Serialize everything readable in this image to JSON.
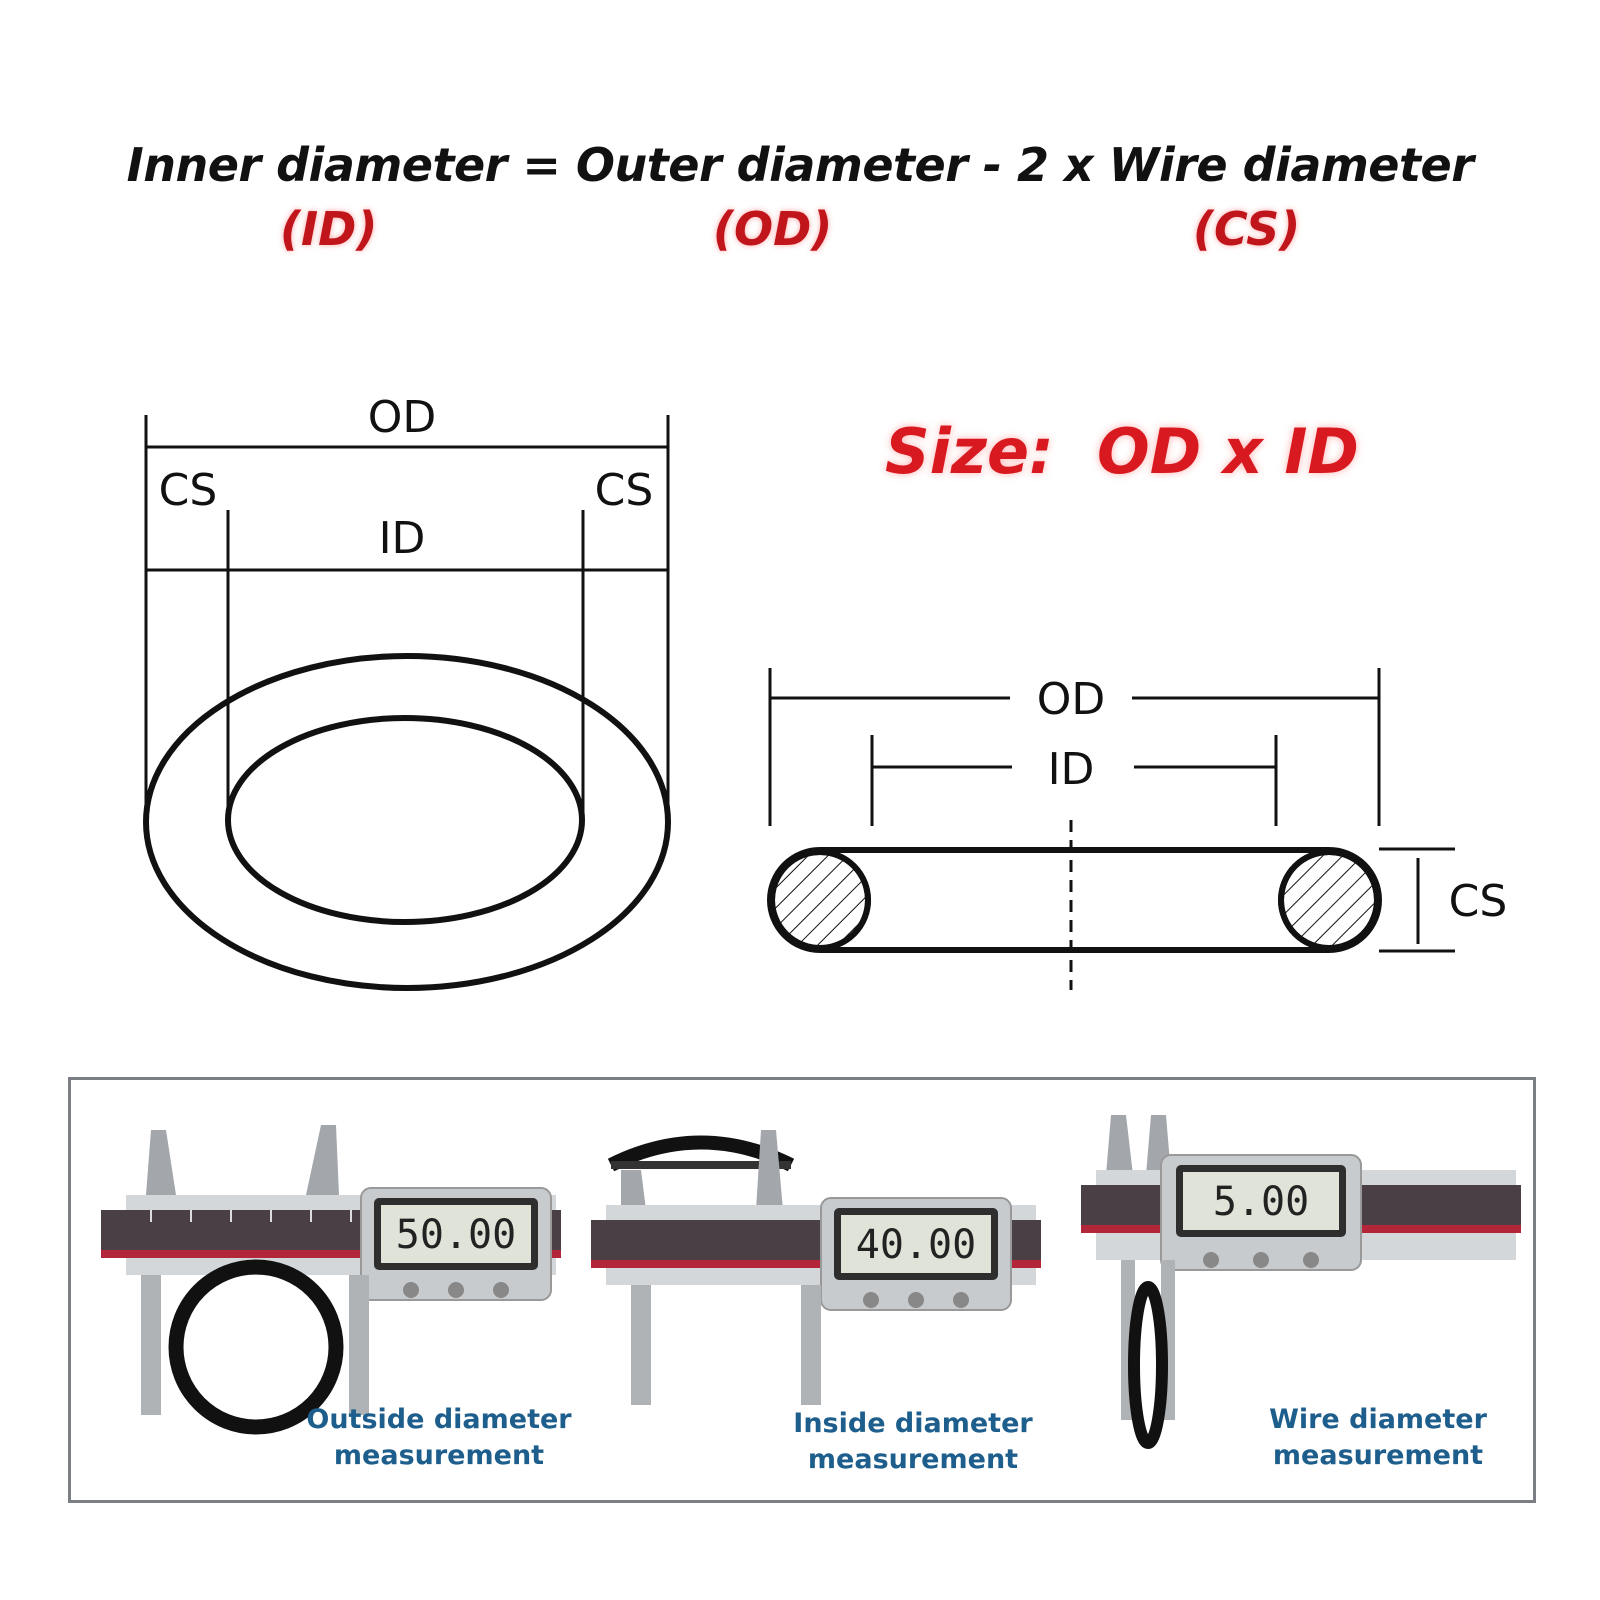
{
  "formula": {
    "text": "Inner diameter = Outer diameter - 2 x Wire diameter",
    "abbr_id": "(ID)",
    "abbr_od": "(OD)",
    "abbr_cs": "(CS)"
  },
  "size_label": "Size:  OD x ID",
  "front_view": {
    "od": "OD",
    "id": "ID",
    "cs_left": "CS",
    "cs_right": "CS"
  },
  "side_view": {
    "od": "OD",
    "id": "ID",
    "cs": "CS"
  },
  "photos": [
    {
      "reading": "50.00",
      "caption_line1": "Outside diameter",
      "caption_line2": "measurement"
    },
    {
      "reading": "40.00",
      "caption_line1": "Inside diameter",
      "caption_line2": "measurement"
    },
    {
      "reading": "5.00",
      "caption_line1": "Wire diameter",
      "caption_line2": "measurement"
    }
  ],
  "colors": {
    "accent_red": "#d8191f",
    "caption_blue": "#1d5e8c",
    "caliper_red": "#b3263a"
  }
}
